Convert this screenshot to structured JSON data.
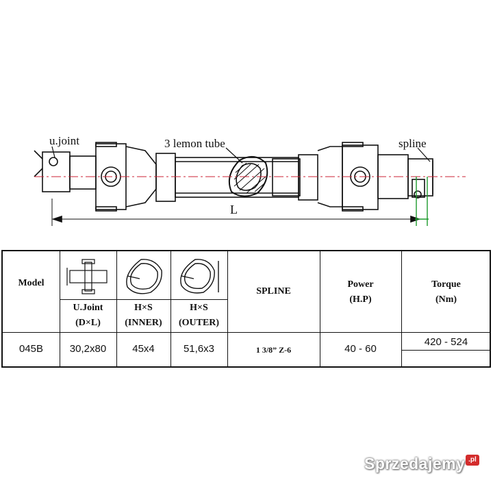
{
  "drawing": {
    "label_ujoint": "u.joint",
    "label_tube": "3 lemon tube",
    "label_spline": "spline",
    "label_length": "L"
  },
  "table": {
    "model_header": "Model",
    "ujoint_header": "U.Joint\n(D×L)",
    "inner_header": "H×S\n(INNER)",
    "outer_header": "H×S\n(OUTER)",
    "spline_header": "SPLINE",
    "power_header": "Power\n(H.P)",
    "torque_header": "Torque\n(Nm)",
    "row": {
      "model": "045B",
      "ujoint": "30,2x80",
      "inner": "45x4",
      "outer": "51,6x3",
      "spline": "1 3/8”  Z-6",
      "power": "40 - 60",
      "torque": "420 - 524"
    }
  },
  "watermark": {
    "text": "Sprzedajemy",
    "suffix": ".pl"
  }
}
